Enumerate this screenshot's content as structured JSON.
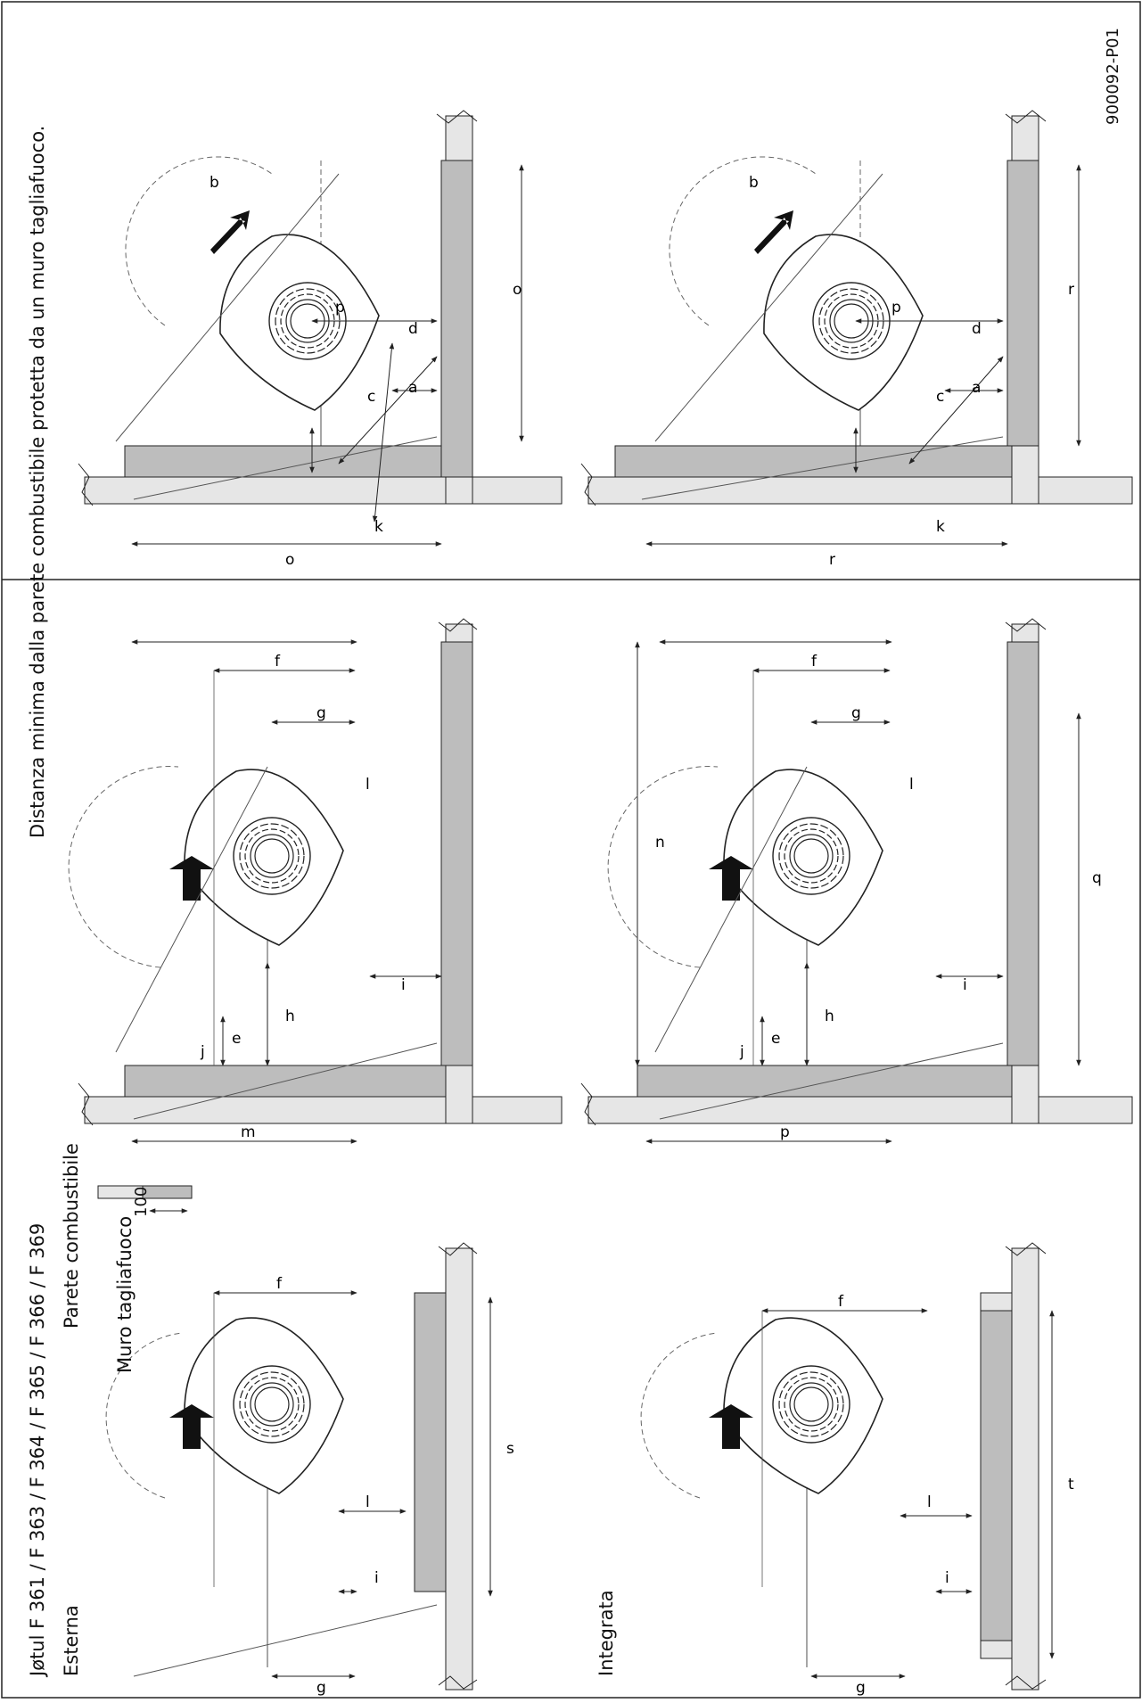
{
  "header": {
    "model_line": "Jøtul F 361 / F 363 / F 364 / F 365 / F 366 / F 369",
    "description": "Distanza minima dalla parete combustibile protetta da un muro tagliafuoco."
  },
  "sections": {
    "external": "Esterna",
    "integrated": "Integrata"
  },
  "legend": {
    "combustible": "Parete combustibile",
    "firewall": "Muro tagliafuoco",
    "thickness": "100"
  },
  "figure_code": "900092-P01",
  "dim_labels": {
    "a": "a",
    "c": "c",
    "d": "d",
    "e": "e",
    "f": "f",
    "g": "g",
    "h": "h",
    "i": "i",
    "j": "j",
    "k": "k",
    "l": "l",
    "m": "m",
    "n": "n",
    "o": "o",
    "p": "p",
    "q": "q",
    "r": "r",
    "s": "s",
    "t": "t"
  },
  "colors": {
    "combustible_wall": "#e6e6e6",
    "firewall": "#bdbdbd",
    "line": "#222222"
  }
}
